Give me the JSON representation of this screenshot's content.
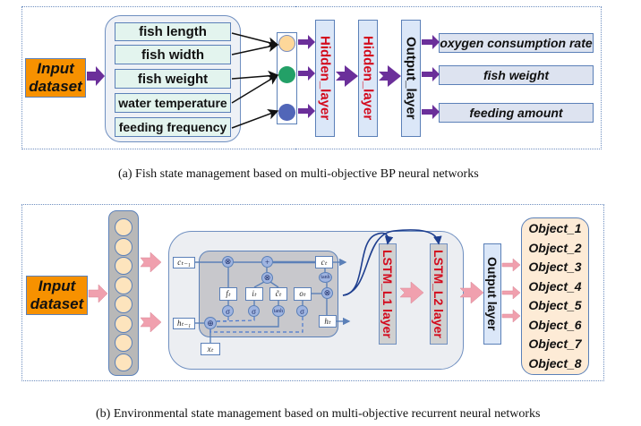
{
  "panel_a": {
    "input_label": "Input\ndataset",
    "features": [
      "fish length",
      "fish width",
      "fish weight",
      "water temperature",
      "feeding frequency"
    ],
    "neurons": [
      {
        "icon": "neuron-orange-icon",
        "color": "#fdd79a"
      },
      {
        "icon": "neuron-green-icon",
        "color": "#23a067"
      },
      {
        "icon": "neuron-blue-icon",
        "color": "#5166b8"
      }
    ],
    "hidden_layer_1": "Hidden_layer",
    "hidden_layer_2": "Hidden_layer",
    "output_layer": "Output_layer",
    "outputs": [
      "oxygen consumption rate",
      "fish weight",
      "feeding amount"
    ],
    "caption": "(a)  Fish state management based on multi-objective BP neural networks"
  },
  "panel_b": {
    "input_label": "Input\ndataset",
    "input_neuron_count": 8,
    "lstm_cell": {
      "c_prev": "cₜ₋₁",
      "h_prev": "hₜ₋₁",
      "x_t": "xₜ",
      "f_t": "fₜ",
      "i_t": "iₜ",
      "c_tilde": "c̃ₜ",
      "o_t": "oₜ",
      "c_t": "cₜ",
      "h_t": "hₜ",
      "multiply": "⊗",
      "add": "+",
      "concat": "⊕",
      "sigma": "σ",
      "tanh": "tanh"
    },
    "lstm_l1": "LSTM_L1 layer",
    "lstm_l2": "LSTM_L2 layer",
    "output_layer": "Output layer",
    "objects": [
      "Object_1",
      "Object_2",
      "Object_3",
      "Object_4",
      "Object_5",
      "Object_6",
      "Object_7",
      "Object_8"
    ],
    "caption": "(b)  Environmental state management based on multi-objective recurrent neural networks"
  },
  "colors": {
    "purple_arrow": "#6b2f9a",
    "pink_arrow": "#f0a0ae",
    "input_orange": "#f79100",
    "layer_text_red": "#d3091c",
    "border_blue": "#5b80b8"
  }
}
